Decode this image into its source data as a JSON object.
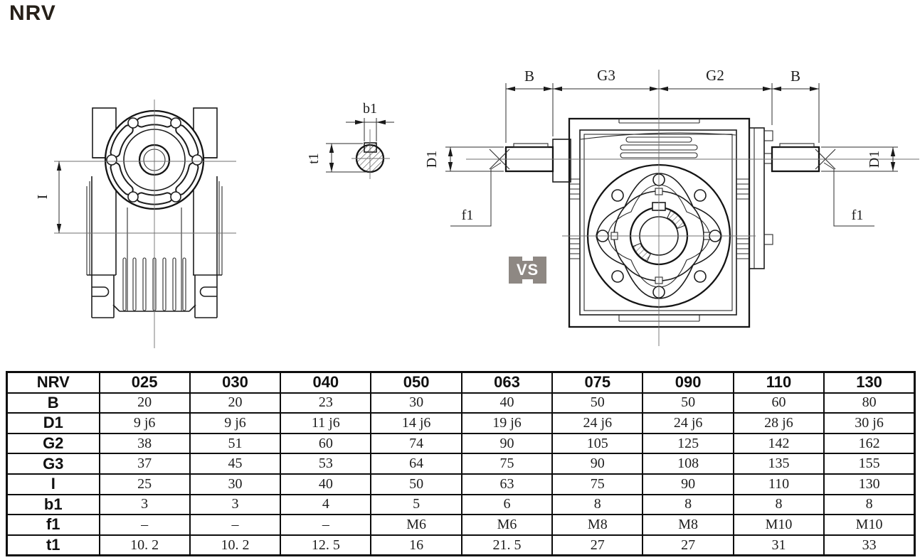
{
  "title": "NRV",
  "badge": {
    "text": "VS"
  },
  "colors": {
    "line": "#1c1c1c",
    "centerline": "#6f6f6f",
    "badge_gray": "#8e8883",
    "badge_text": "#ffffff",
    "table_border": "#0d0d0d"
  },
  "drawing": {
    "labels": {
      "i": "I",
      "b1": "b1",
      "t1": "t1",
      "b_left": "B",
      "g3": "G3",
      "g2": "G2",
      "b_right": "B",
      "d1_left": "D1",
      "d1_right": "D1",
      "f1_left": "f1",
      "f1_right": "f1"
    }
  },
  "table": {
    "header": [
      "NRV",
      "025",
      "030",
      "040",
      "050",
      "063",
      "075",
      "090",
      "110",
      "130"
    ],
    "rows": [
      {
        "label": "B",
        "values": [
          "20",
          "20",
          "23",
          "30",
          "40",
          "50",
          "50",
          "60",
          "80"
        ]
      },
      {
        "label": "D1",
        "values": [
          "9 j6",
          "9 j6",
          "11 j6",
          "14 j6",
          "19 j6",
          "24 j6",
          "24 j6",
          "28 j6",
          "30 j6"
        ]
      },
      {
        "label": "G2",
        "values": [
          "38",
          "51",
          "60",
          "74",
          "90",
          "105",
          "125",
          "142",
          "162"
        ]
      },
      {
        "label": "G3",
        "values": [
          "37",
          "45",
          "53",
          "64",
          "75",
          "90",
          "108",
          "135",
          "155"
        ]
      },
      {
        "label": "I",
        "values": [
          "25",
          "30",
          "40",
          "50",
          "63",
          "75",
          "90",
          "110",
          "130"
        ]
      },
      {
        "label": "b1",
        "values": [
          "3",
          "3",
          "4",
          "5",
          "6",
          "8",
          "8",
          "8",
          "8"
        ]
      },
      {
        "label": "f1",
        "values": [
          "–",
          "–",
          "–",
          "M6",
          "M6",
          "M8",
          "M8",
          "M10",
          "M10"
        ]
      },
      {
        "label": "t1",
        "values": [
          "10. 2",
          "10. 2",
          "12. 5",
          "16",
          "21. 5",
          "27",
          "27",
          "31",
          "33"
        ]
      }
    ]
  }
}
